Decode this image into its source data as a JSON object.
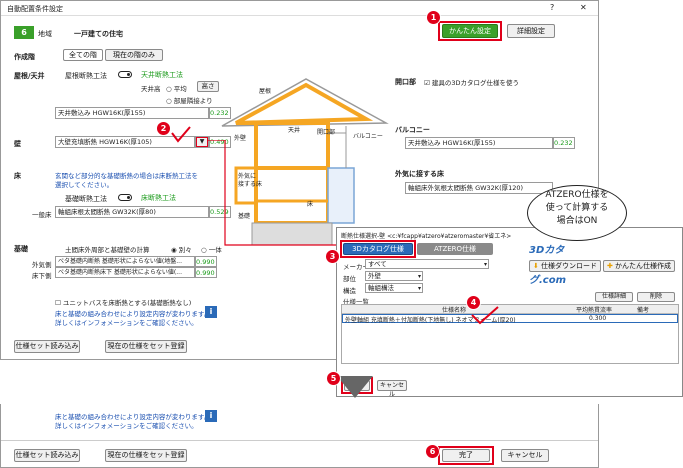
{
  "window": {
    "title": "自動配置条件設定",
    "help": "?",
    "close": "✕"
  },
  "header": {
    "region_num": "6",
    "region_label": "地域",
    "house_type": "一戸建ての住宅"
  },
  "top_buttons": {
    "easy": "かんたん設定",
    "detail": "詳細設定"
  },
  "floor": {
    "label": "作成階",
    "all": "全ての階",
    "current": "現在の階のみ"
  },
  "roof": {
    "label": "屋根/天井",
    "toggle_label": "屋根断熱工法",
    "alt_label": "天井断熱工法",
    "ceiling_height": "天井高",
    "option_avg": "平均",
    "option_height": "高さ",
    "option_partial": "部屋隣接より",
    "value": "天井敷込み HGW16K(厚155)",
    "num": "0.232"
  },
  "wall": {
    "label": "壁",
    "value": "大壁充填断熱 HGW16K(厚105)",
    "num": "0.490"
  },
  "floorsec": {
    "label": "床",
    "note1": "玄関など部分的な基礎断熱の場合は床断熱工法を",
    "note2": "選択してください。",
    "toggle_label": "基礎断熱工法",
    "alt_label": "床断熱工法",
    "general": "一般床",
    "value": "軸組床根太間断熱 GW32K(厚80)",
    "num": "0.529"
  },
  "foundation": {
    "label": "基礎",
    "calc": "土間床外周部と基礎壁の計算",
    "opt_separate": "別々",
    "opt_same": "一体",
    "outer_label": "外気側",
    "outer_value": "べタ基礎内断熱 基礎形状によらない値(地盤...",
    "outer_num": "0.990",
    "under_label": "床下側",
    "under_value": "べタ基礎内断熱床下 基礎形状によらない値(...",
    "under_num": "0.990"
  },
  "unitbath": {
    "check": "ユニットバスを床断熱とする(基礎断熱なし)",
    "note1": "床と基礎の組み合わせにより設定内容が変わります。",
    "note2": "詳しくはインフォメーションをご確認ください。"
  },
  "right": {
    "opening_label": "開口部",
    "opening_check": "建具の3Dカタログ仕様を使う",
    "balcony_label": "バルコニー",
    "balcony_value": "天井敷込み HGW16K(厚155)",
    "balcony_num": "0.232",
    "outside_floor_label": "外気に接する床",
    "outside_floor_value": "軸組床外気根太間断熱 GW32K(厚120)"
  },
  "diagram": {
    "roof": "屋根",
    "ceiling": "天井",
    "opening": "開口部",
    "balcony": "バルコニー",
    "wall": "外壁",
    "outside_floor1": "外気に",
    "outside_floor2": "接する床",
    "floor": "床",
    "foundation": "基礎"
  },
  "bottom_buttons": {
    "load": "仕様セット読み込み",
    "save": "現在の仕様をセット登録"
  },
  "dialog": {
    "title": "断熱仕様選択-壁 <c:¥fcapp¥atzero¥atzeromaster¥省エネ>",
    "tab_3d": "3Dカタログ仕様",
    "tab_atzero": "ATZERO仕様",
    "maker_label": "メーカー",
    "maker_value": "すべて",
    "part_label": "部位",
    "part_value": "外壁",
    "struct_label": "構造",
    "struct_value": "軸組構法",
    "list_label": "仕様一覧",
    "detail_btn": "仕様詳細",
    "delete_btn": "削除",
    "col_name": "仕様名称",
    "col_u": "平均熱貫流率",
    "col_note": "備考",
    "row_name": "外壁軸組 充填断熱＋付加断熱(下地無し) ネオマフォーム(厚20)",
    "row_u": "0.300",
    "ok": "OK",
    "cancel": "キャンセル",
    "catalog_logo": "3Dカタログ.com",
    "download": "仕様ダウンロード",
    "register": "かんたん仕様作成"
  },
  "callout": {
    "line1": "ATZERO仕様を",
    "line2": "使って計算する",
    "line3": "場合はON"
  },
  "lower": {
    "note1": "床と基礎の組み合わせにより設定内容が変わります。",
    "note2": "詳しくはインフォメーションをご確認ください。",
    "load": "仕様セット読み込み",
    "save": "現在の仕様をセット登録",
    "done": "完了",
    "cancel": "キャンセル"
  },
  "badges": [
    "1",
    "2",
    "3",
    "4",
    "5",
    "6"
  ],
  "colors": {
    "accent_red": "#e0001a",
    "house_orange": "#f5a623",
    "green": "#1a9a1a"
  }
}
